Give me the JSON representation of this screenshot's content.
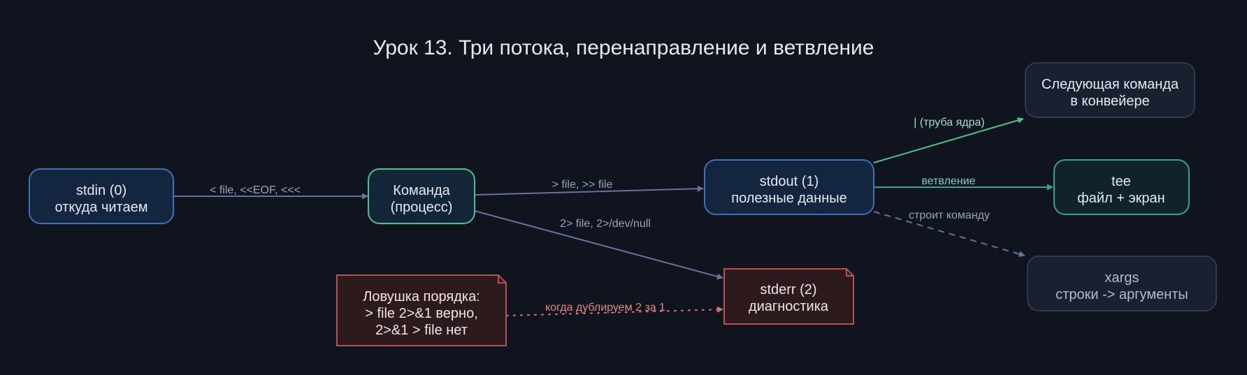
{
  "title": "Урок 13. Три потока, перенаправление и ветвление",
  "nodes": {
    "stdin": {
      "line1": "stdin (0)",
      "line2": "откуда читаем"
    },
    "command": {
      "line1": "Команда",
      "line2": "(процесс)"
    },
    "stdout": {
      "line1": "stdout (1)",
      "line2": "полезные данные"
    },
    "stderr": {
      "line1": "stderr (2)",
      "line2": "диагностика"
    },
    "next": {
      "line1": "Следующая команда",
      "line2": "в конвейере"
    },
    "tee": {
      "line1": "tee",
      "line2": "файл + экран"
    },
    "xargs": {
      "line1": "xargs",
      "line2": "строки -> аргументы"
    },
    "trap": {
      "line1": "Ловушка порядка:",
      "line2": "> file 2>&1 верно,",
      "line3": "2>&1 > file нет"
    }
  },
  "edges": {
    "stdin_command": "< file, <<EOF, <<<",
    "command_stdout": "> file, >> file",
    "command_stderr": "2> file, 2>/dev/null",
    "stdout_next": "| (труба ядра)",
    "stdout_tee": "ветвление",
    "stdout_xargs": "строит команду",
    "trap_stderr": "когда дублируем 2 за 1"
  },
  "colors": {
    "background": "#10141f",
    "blue_stroke": "#3d73b8",
    "green_stroke": "#4cc38a",
    "teal_stroke": "#2ea598",
    "red_stroke": "#b85252",
    "gray_edge": "#67729a",
    "red_edge": "#d47979"
  }
}
